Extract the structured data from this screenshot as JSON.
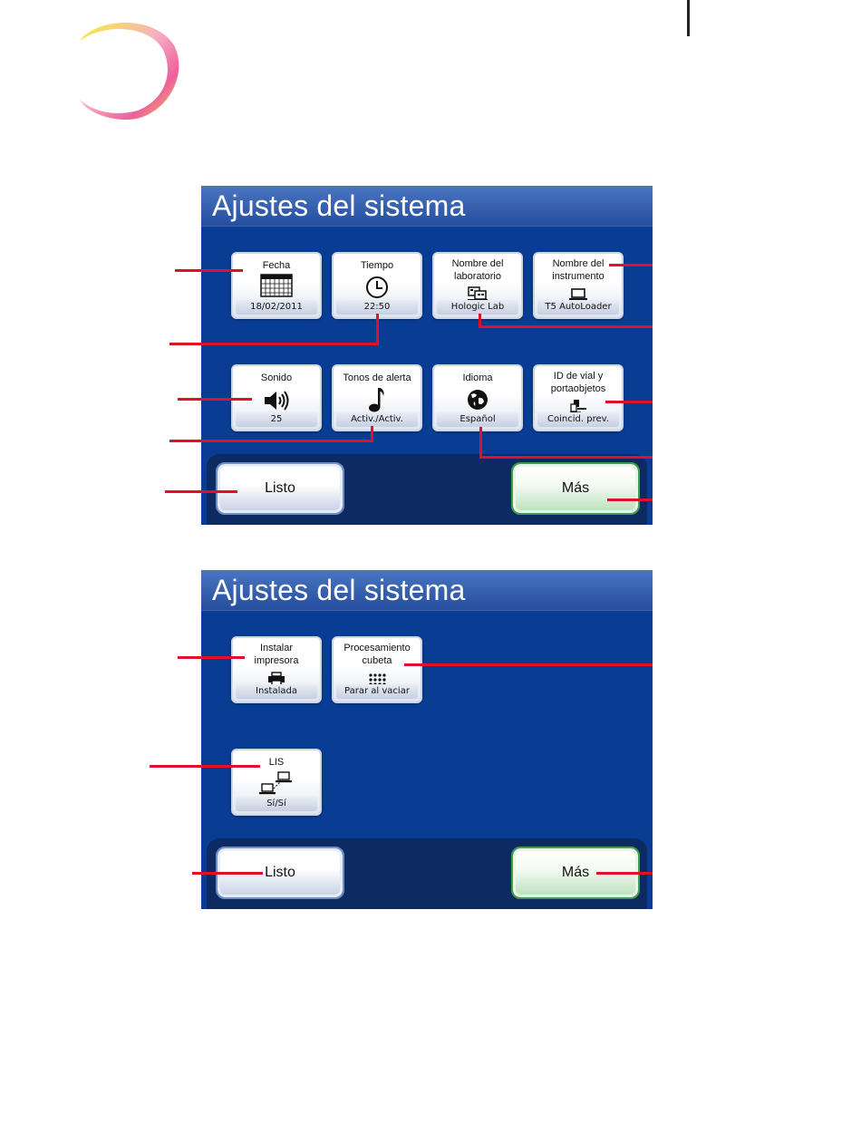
{
  "panels": [
    {
      "title": "Ajustes del sistema",
      "tiles": [
        {
          "label": "Fecha",
          "icon": "calendar-icon",
          "value": "18/02/2011"
        },
        {
          "label": "Tiempo",
          "icon": "clock-icon",
          "value": "22:50"
        },
        {
          "label": "Nombre del\nlaboratorio",
          "icon": "lab-icon",
          "value": "Hologic Lab"
        },
        {
          "label": "Nombre del\ninstrumento",
          "icon": "laptop-icon",
          "value": "T5 AutoLoader"
        },
        {
          "label": "Sonido",
          "icon": "speaker-icon",
          "value": "25"
        },
        {
          "label": "Tonos de alerta",
          "icon": "music-note-icon",
          "value": "Activ./Activ."
        },
        {
          "label": "Idioma",
          "icon": "globe-icon",
          "value": "Español"
        },
        {
          "label": "ID de vial y\nportaobjetos",
          "icon": "vial-slide-icon",
          "value": "Coincid. prev."
        }
      ],
      "buttons": {
        "done": "Listo",
        "more": "Más"
      }
    },
    {
      "title": "Ajustes del sistema",
      "tiles": [
        {
          "label": "Instalar\nimpresora",
          "icon": "printer-icon",
          "value": "Instalada"
        },
        {
          "label": "Procesamiento\ncubeta",
          "icon": "tray-icon",
          "value": "Parar al vaciar"
        },
        {
          "label": "LIS",
          "icon": "network-computers-icon",
          "value": "Sí/Sí"
        }
      ],
      "buttons": {
        "done": "Listo",
        "more": "Más"
      }
    }
  ],
  "colors": {
    "screen_bg": "#083d93",
    "title_bar": "#3a66b4",
    "footer_bg": "#0d2a62",
    "done_border": "#6e8fc8",
    "more_border": "#3fa04a",
    "callout_line": "#e0102a"
  }
}
